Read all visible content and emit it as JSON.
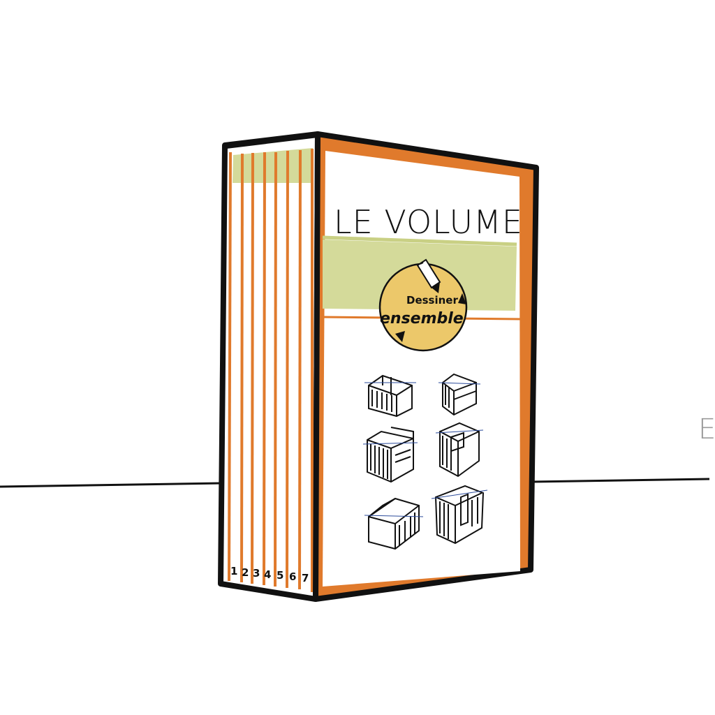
{
  "cover": {
    "title": "LE VOLUME"
  },
  "logo": {
    "line1": "Dessiner",
    "line2": "ensemble"
  },
  "spine": {
    "numbers": [
      "1",
      "2",
      "3",
      "4",
      "5",
      "6",
      "7"
    ]
  },
  "edge": {
    "letter": "E"
  },
  "colors": {
    "orange": "#e07a2c",
    "green_band": "#d4da9a",
    "logo_disc": "#ecc86a",
    "ink": "#111111",
    "edge_letter": "#9a9a9a"
  },
  "icons": {
    "pencil": "pencil-icon",
    "arrows": "circular-arrows-icon",
    "sketches": "isometric-block-sketches"
  }
}
